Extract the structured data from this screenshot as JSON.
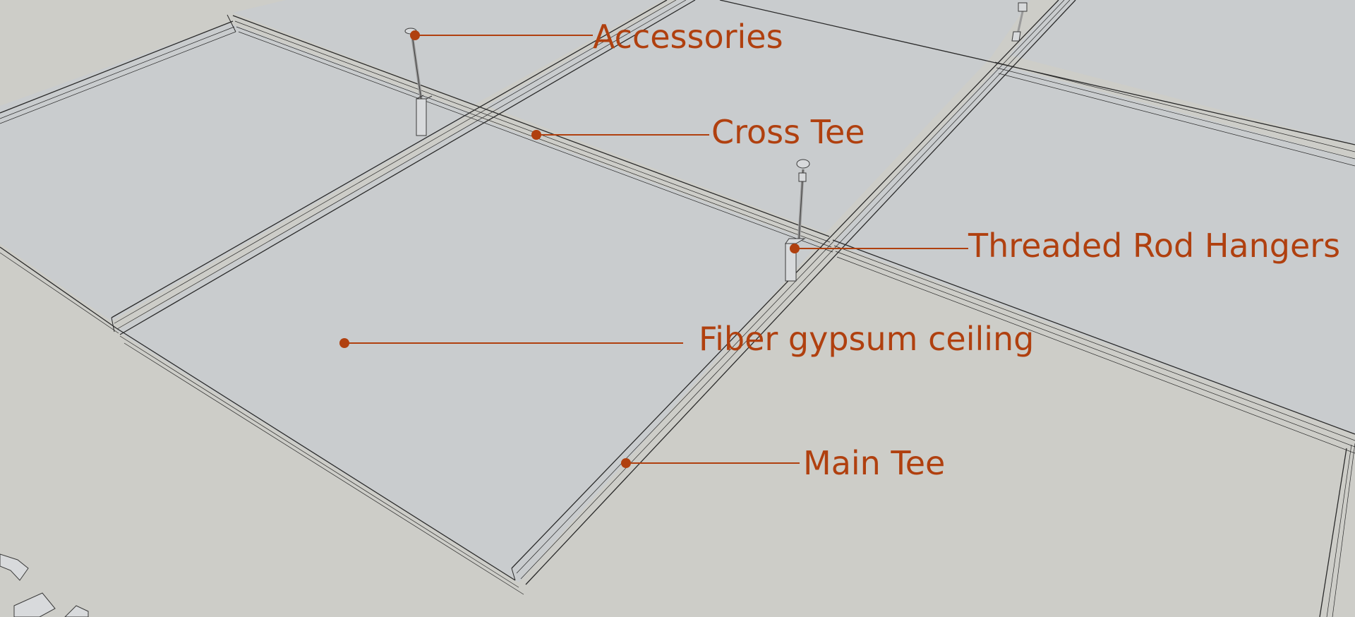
{
  "labels": {
    "accessories": "Accessories",
    "cross_tee": "Cross Tee",
    "threaded_rod_hangers": "Threaded Rod Hangers",
    "fiber_gypsum_ceiling": "Fiber gypsum ceiling",
    "main_tee": "Main Tee"
  },
  "colors": {
    "callout": "#b0400f",
    "background": "#cdcdc8",
    "panel": "#c9ccce",
    "grid_line": "#2a2a2a"
  }
}
